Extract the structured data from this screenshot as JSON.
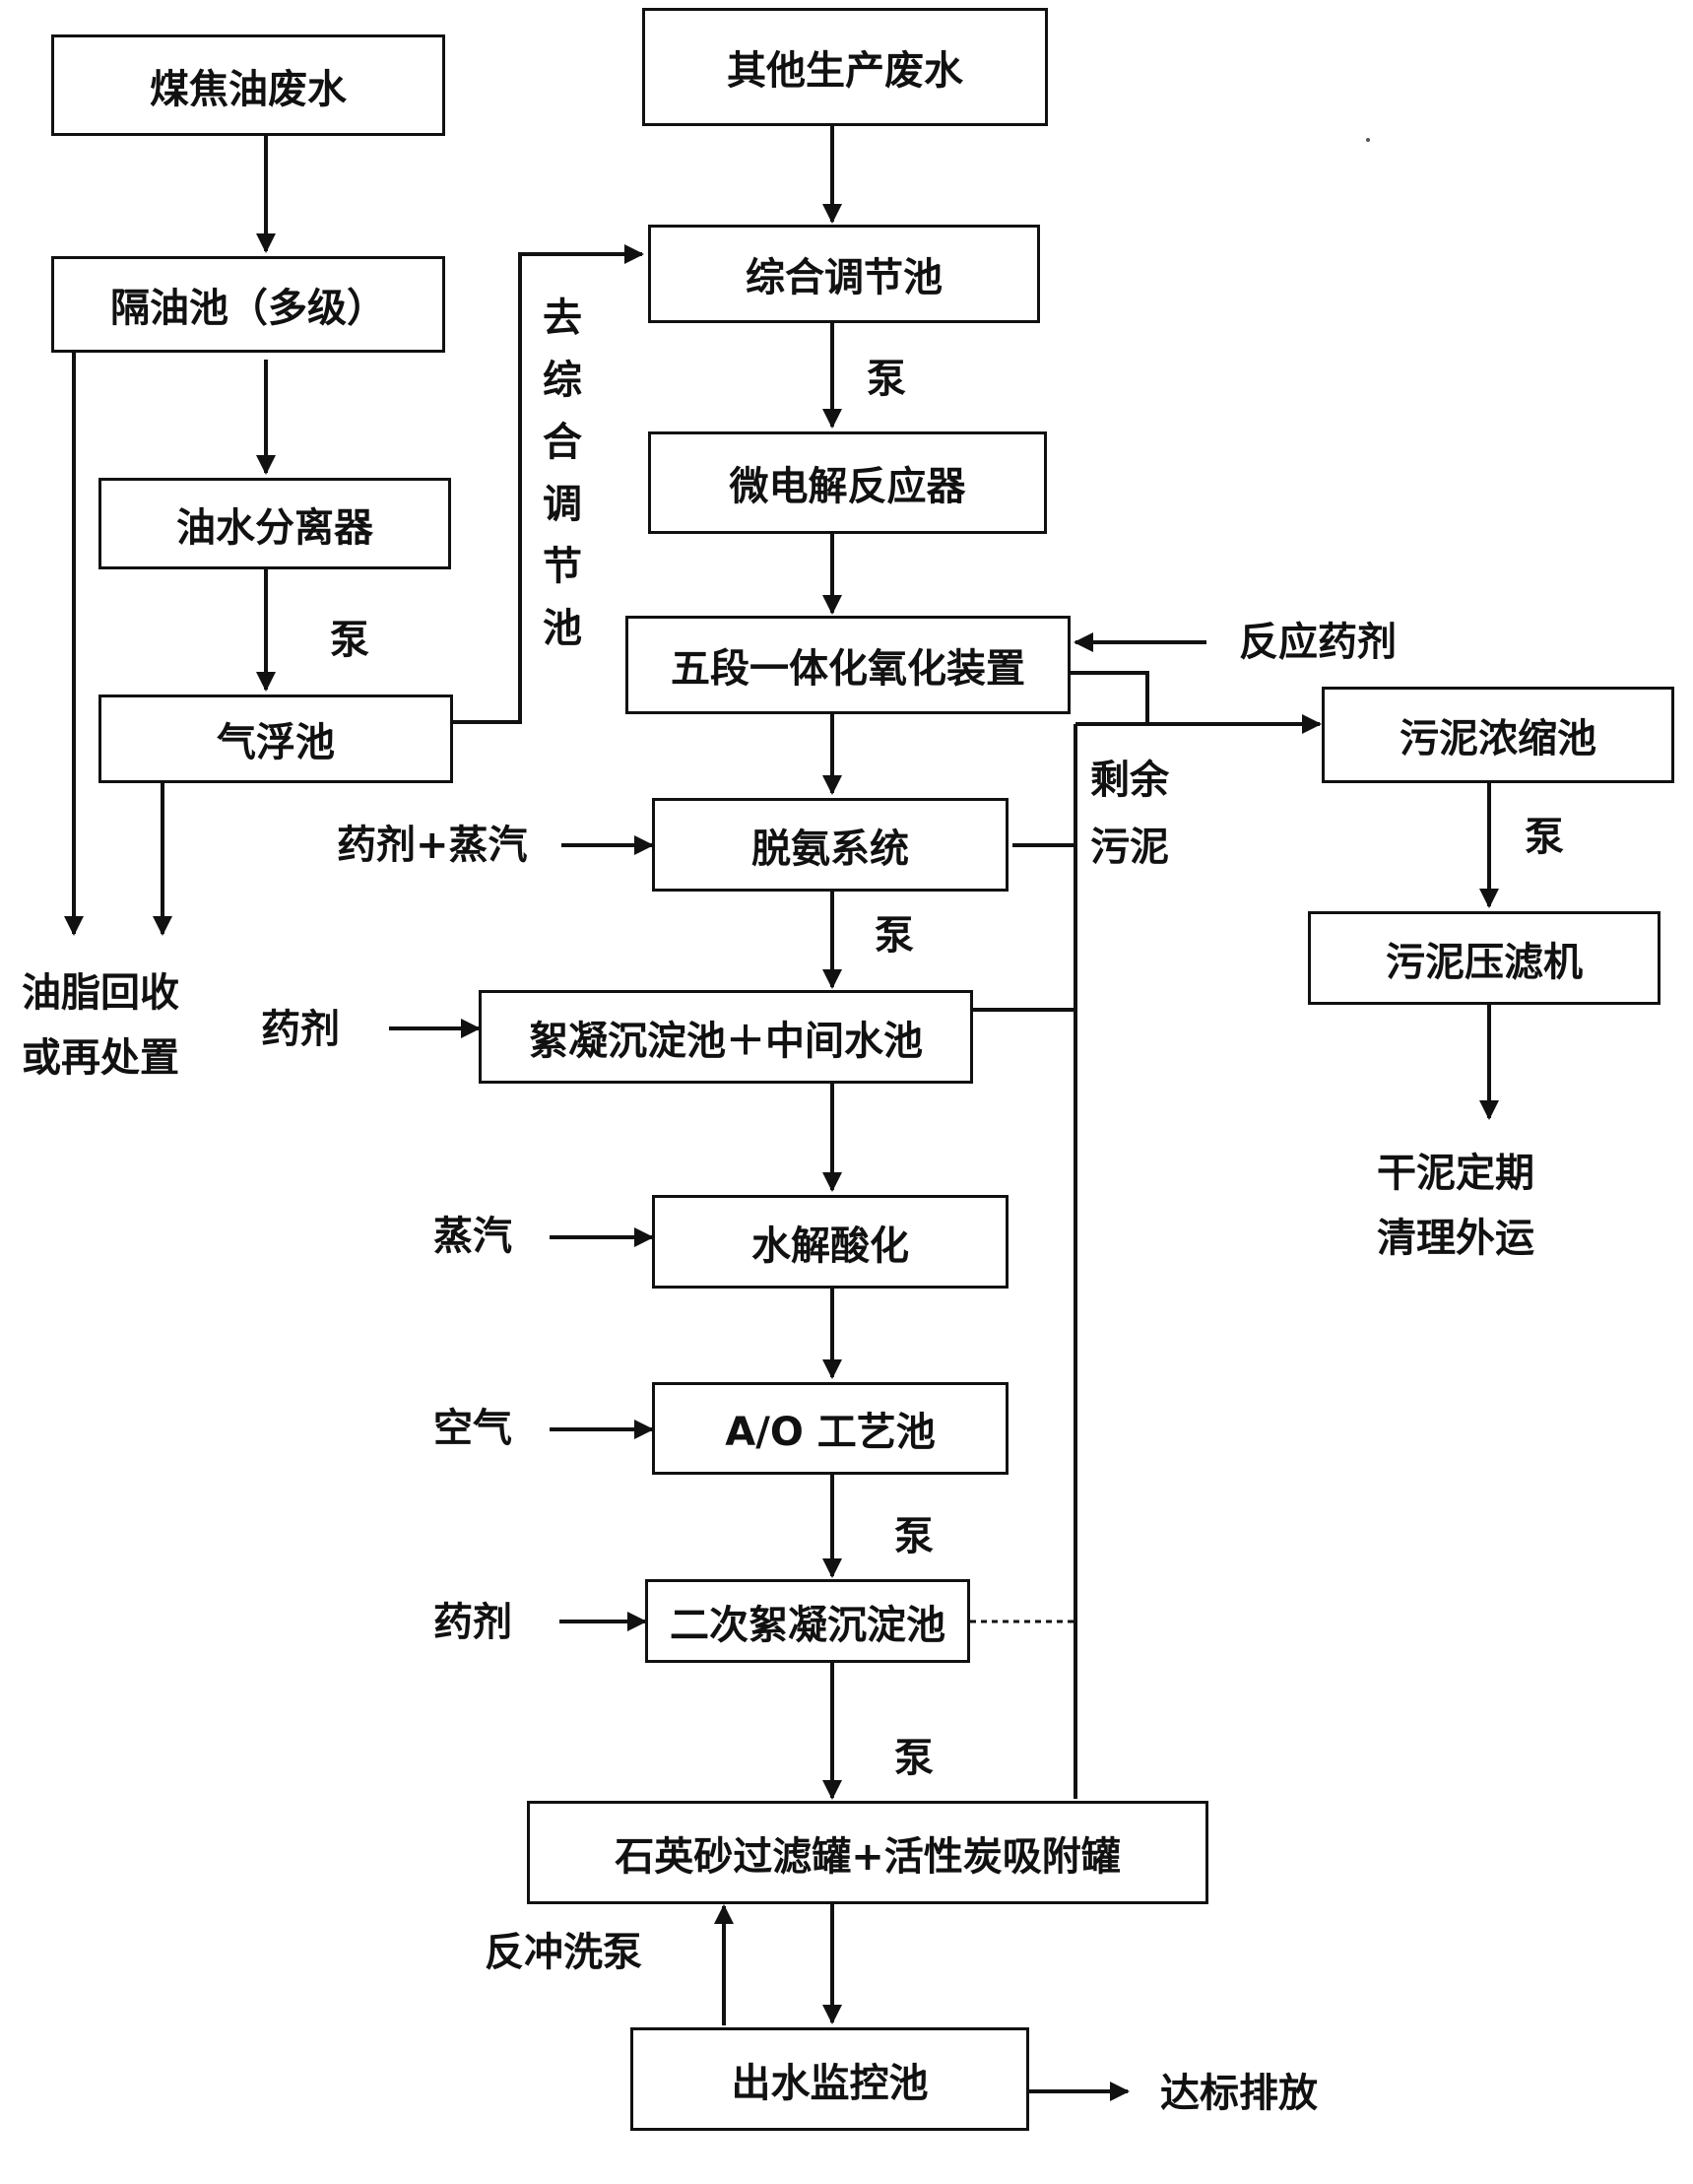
{
  "boxes": {
    "coking_wastewater": "煤焦油废水",
    "other_wastewater": "其他生产废水",
    "oil_separation_tank": "隔油池（多级）",
    "equalization_tank": "综合调节池",
    "oil_water_separator": "油水分离器",
    "micro_electrolysis_reactor": "微电解反应器",
    "oxidation_unit": "五段一体化氧化装置",
    "air_flotation_tank": "气浮池",
    "sludge_thickener": "污泥浓缩池",
    "deammoniation_system": "脱氨系统",
    "sludge_filter_press": "污泥压滤机",
    "coagulation_tank": "絮凝沉淀池＋中间水池",
    "hydrolysis_acidification": "水解酸化",
    "ao_tank": "A/O 工艺池",
    "secondary_coagulation": "二次絮凝沉淀池",
    "sand_carbon_filter": "石英砂过滤罐+活性炭吸附罐",
    "effluent_monitor_tank": "出水监控池"
  },
  "labels": {
    "pump_1": "泵",
    "pump_2": "泵",
    "pump_3": "泵",
    "pump_4": "泵",
    "pump_5": "泵",
    "pump_6": "泵",
    "to_equalization": "去综合调节池",
    "reaction_agent": "反应药剂",
    "excess_sludge": "剩余污泥",
    "agent_steam": "药剂+蒸汽",
    "agent_1": "药剂",
    "steam": "蒸汽",
    "air": "空气",
    "agent_2": "药剂",
    "oil_recovery_line1": "油脂回收",
    "oil_recovery_line2": "或再处置",
    "dry_sludge_line1": "干泥定期",
    "dry_sludge_line2": "清理外运",
    "backwash_pump": "反冲洗泵",
    "discharge": "达标排放"
  }
}
